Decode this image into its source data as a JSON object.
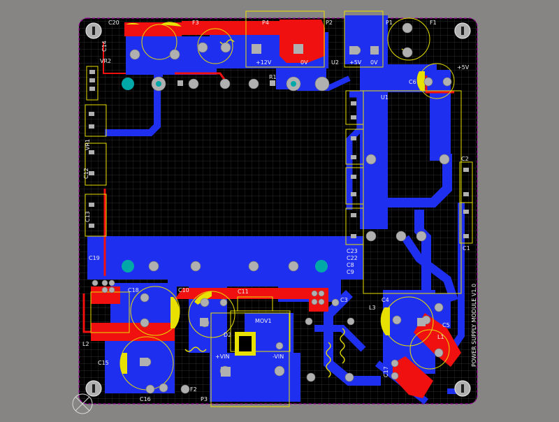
{
  "board": {
    "colors": {
      "background": "#868583",
      "board": "#000000",
      "grid": "#3a3a3a",
      "bottom_copper": "#1f2ff0",
      "top_copper": "#f01010",
      "silkscreen": "#e8e000",
      "pad": "#b0b0b0",
      "via": "#00a8a8",
      "label": "#f0f0f0"
    },
    "title": "POWER SUPPLY MODULE V1.0",
    "labels": {
      "C20": "C20",
      "F3": "F3",
      "P4": "P4",
      "P2": "P2",
      "P1": "P1",
      "F1": "F1",
      "C6": "C6",
      "U2": "U2",
      "U1": "U1",
      "C2": "C2",
      "C1": "C1",
      "C23": "C23",
      "C22": "C22",
      "C8": "C8",
      "C9": "C9",
      "C19": "C19",
      "C18": "C18",
      "C10": "C10",
      "C11": "C11",
      "C3": "C3",
      "L3": "L3",
      "C4": "C4",
      "C5": "C5",
      "L1": "L1",
      "C17": "C17",
      "C15": "C15",
      "C16": "C16",
      "F2": "F2",
      "P3": "P3",
      "D2": "D2",
      "MOV1": "MOV1",
      "L2": "L2",
      "C13": "C13",
      "VR1": "VR1",
      "VR2": "VR2",
      "R1": "R1",
      "C12": "C12",
      "C14": "C14"
    },
    "net_labels": {
      "p12v": "+12V",
      "gnd_a": "0V",
      "p5v": "+5V",
      "gnd_b": "0V",
      "p5v_b": "+5V",
      "vin_p": "+VIN",
      "vin_n": "-VIN"
    },
    "icons": {
      "mounting_hole": "mounting-hole-icon",
      "origin_marker": "crosshair-origin-icon"
    }
  }
}
